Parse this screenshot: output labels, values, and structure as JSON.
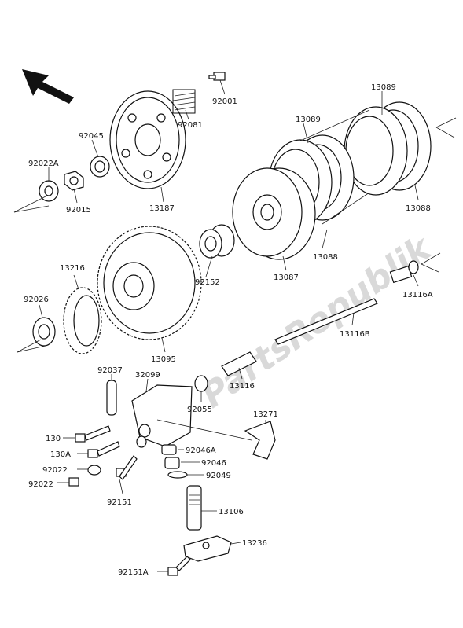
{
  "watermark": "PartsRepublik",
  "labels": {
    "p92022A": "92022A",
    "p92045": "92045",
    "p92015": "92015",
    "p92081": "92081",
    "p92001": "92001",
    "p13187": "13187",
    "p13089a": "13089",
    "p13089b": "13089",
    "p13088a": "13088",
    "p13088b": "13088",
    "p13087": "13087",
    "p92152": "92152",
    "p13216": "13216",
    "p92026": "92026",
    "p13095": "13095",
    "p13116A": "13116A",
    "p13116B": "13116B",
    "p13116": "13116",
    "p92037": "92037",
    "p32099": "32099",
    "p92055": "92055",
    "p13271": "13271",
    "p130": "130",
    "p130A": "130A",
    "p92022a": "92022",
    "p92022b": "92022",
    "p92046A": "92046A",
    "p92046": "92046",
    "p92049": "92049",
    "p92151": "92151",
    "p13106": "13106",
    "p13236": "13236",
    "p92151A": "92151A"
  }
}
